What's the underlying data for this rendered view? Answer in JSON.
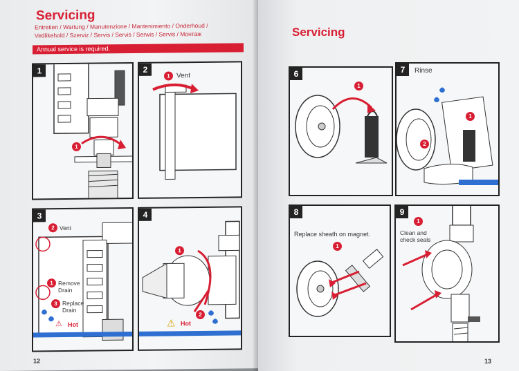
{
  "left_page": {
    "title": "Servicing",
    "languages_line1": "Entretien / Wartung / Manutenzione / Mantenimiento / Onderhoud /",
    "languages_line2": "Vedlikehold / Szerviz / Servis / Servis / Serwis / Servis / Монтаж",
    "banner": "Annual service is required.",
    "page_number": "12",
    "panels": [
      {
        "number": "1",
        "badges": [
          "1"
        ]
      },
      {
        "number": "2",
        "badge": "1",
        "label": "Vent"
      },
      {
        "number": "3",
        "vent_badge": "2",
        "vent_label": "Vent",
        "remove_badge": "1",
        "remove_label_1": "Remove",
        "remove_label_2": "Drain",
        "replace_badge": "3",
        "replace_label_1": "Replace",
        "replace_label_2": "Drain",
        "hot_label": "Hot"
      },
      {
        "number": "4",
        "badge_1": "1",
        "badge_2": "2",
        "hot_label": "Hot"
      }
    ]
  },
  "right_page": {
    "title": "Servicing",
    "page_number": "13",
    "panels": [
      {
        "number": "6",
        "badge": "1"
      },
      {
        "number": "7",
        "label": "Rinse",
        "badge_1": "1",
        "badge_2": "2"
      },
      {
        "number": "8",
        "label": "Replace sheath on magnet.",
        "badge": "1"
      },
      {
        "number": "9",
        "badge": "1",
        "label_1": "Clean and",
        "label_2": "check seals"
      }
    ]
  },
  "colors": {
    "accent": "#d81e33",
    "water": "#2f6fd1",
    "hot_bar": "#2f6fd1"
  },
  "icons": [
    "warning-icon",
    "water-drop-icon",
    "arrow-icon"
  ]
}
